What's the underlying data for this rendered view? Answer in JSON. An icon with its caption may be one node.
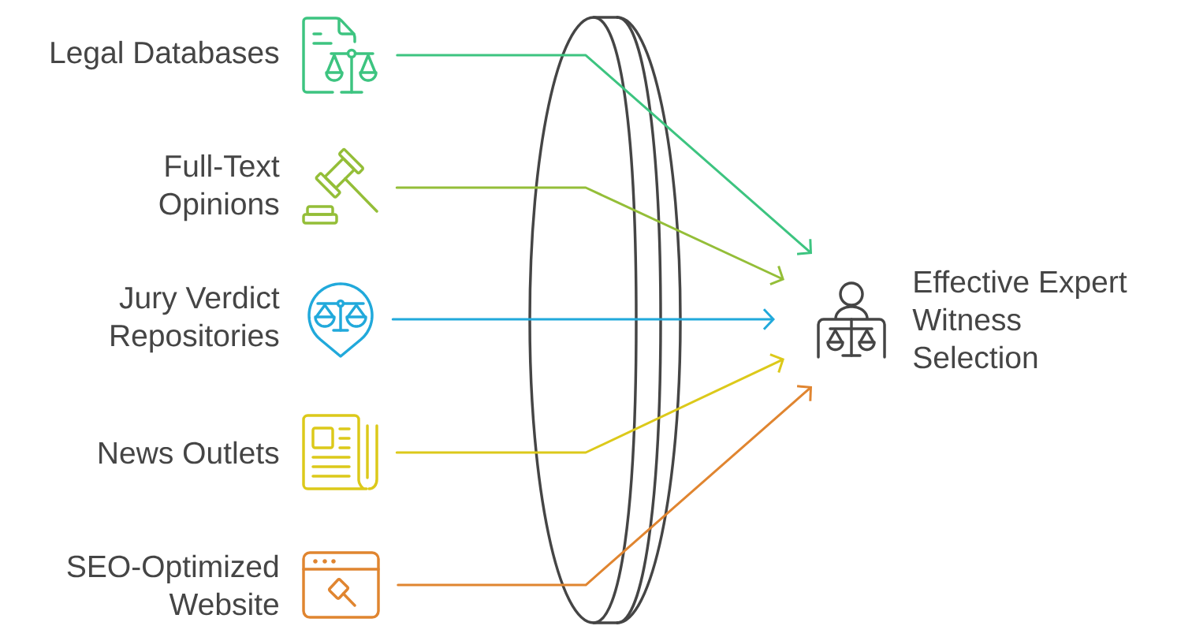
{
  "diagram": {
    "nodes": [
      {
        "text": [],
        "shape": "picture",
        "beside": [
          "Legal Databases"
        ]
      },
      {
        "text": [],
        "shape": "picture",
        "beside": [
          "Full-Text Opinions"
        ]
      },
      {
        "text": [],
        "shape": "picture",
        "beside": [
          "Jury Verdict Repositories"
        ]
      },
      {
        "text": [],
        "shape": "picture",
        "beside": [
          "News Outlets"
        ]
      },
      {
        "text": [],
        "shape": "picture",
        "beside": [
          "SEO-Optimized Website"
        ]
      },
      {
        "text": [],
        "shape": "picture",
        "beside": [
          "Effective Expert Witness Selection"
        ]
      }
    ],
    "edges": [
      {
        "from": 0,
        "to": 5,
        "arrow": "to",
        "color": "#3dc480"
      },
      {
        "from": 1,
        "to": 5,
        "arrow": "to",
        "color": "#94be38"
      },
      {
        "from": 2,
        "to": 5,
        "arrow": "to",
        "color": "#21a9db"
      },
      {
        "from": 3,
        "to": 5,
        "arrow": "to",
        "color": "#dcc91a"
      },
      {
        "from": 4,
        "to": 5,
        "arrow": "to",
        "color": "#e08530"
      }
    ]
  }
}
